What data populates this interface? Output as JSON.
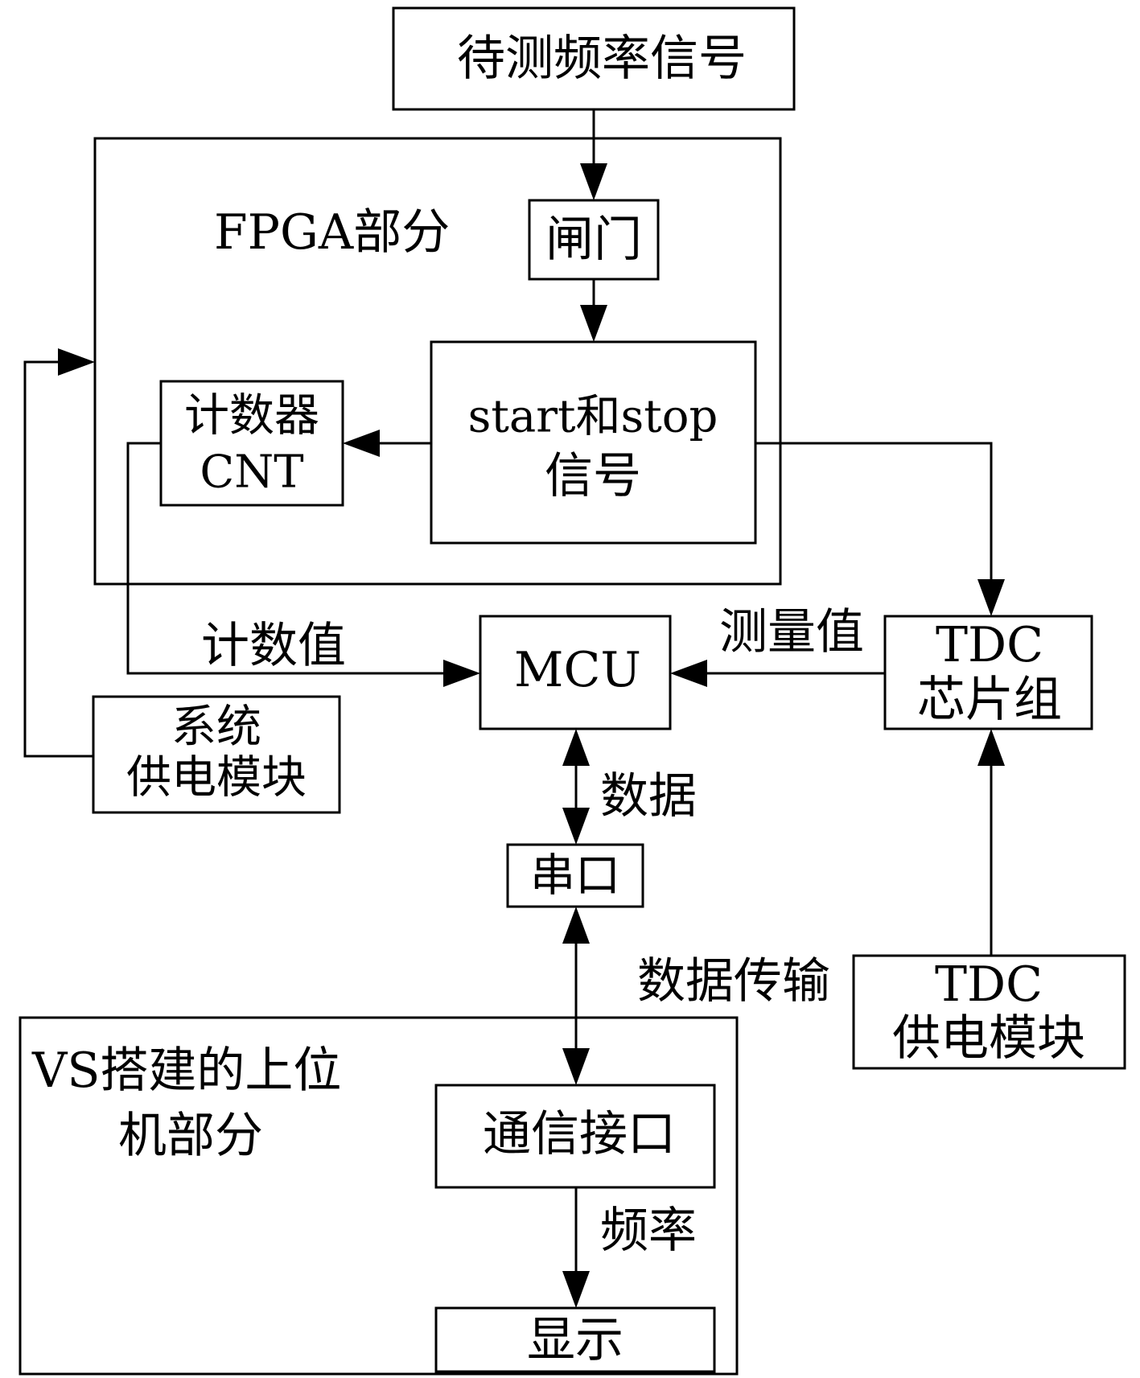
{
  "blocks": {
    "signal": "待测频率信号",
    "fpga_group": "FPGA部分",
    "gate": "闸门",
    "startstop_line1": "start和stop",
    "startstop_line2": "信号",
    "counter_line1": "计数器",
    "counter_line2": "CNT",
    "mcu": "MCU",
    "tdc_line1": "TDC",
    "tdc_line2": "芯片组",
    "sys_power_line1": "系统",
    "sys_power_line2": "供电模块",
    "serial": "串口",
    "tdc_power_line1": "TDC",
    "tdc_power_line2": "供电模块",
    "host_group_line1": "VS搭建的上位",
    "host_group_line2": "机部分",
    "comm_interface": "通信接口",
    "display": "显示"
  },
  "edge_labels": {
    "count_value": "计数值",
    "measured_value": "测量值",
    "data": "数据",
    "data_transfer": "数据传输",
    "frequency": "频率"
  }
}
